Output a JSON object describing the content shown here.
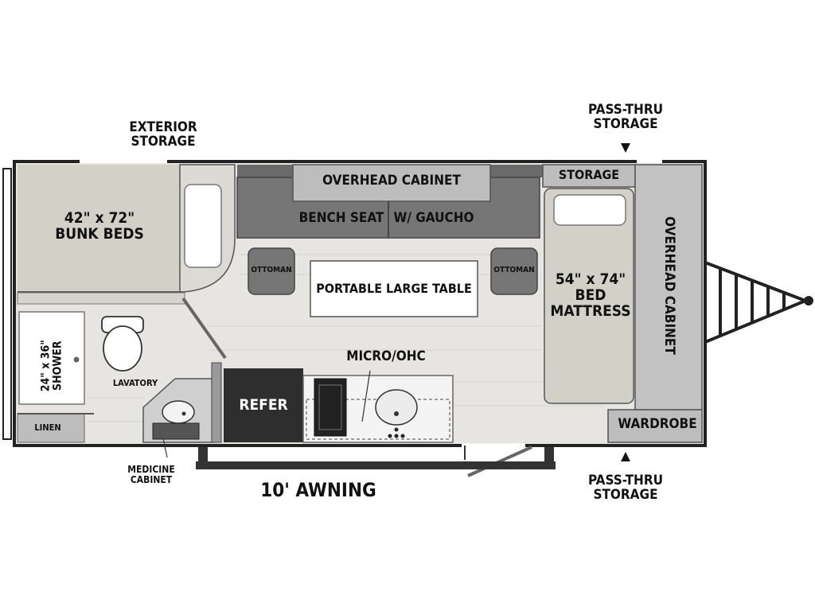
{
  "labels": {
    "exterior_storage": "EXTERIOR\nSTORAGE",
    "pass_thru_top": "PASS-THRU\nSTORAGE",
    "pass_thru_bottom": "PASS-THRU\nSTORAGE",
    "overhead_cabinet_top": "OVERHEAD CABINET",
    "bench_seat": "BENCH SEAT",
    "w_gaucho": "W/ GAUCHO",
    "storage": "STORAGE",
    "bunk_beds": "42\" x 72\"\nBUNK BEDS",
    "ottoman_left": "OTTOMAN",
    "ottoman_right": "OTTOMAN",
    "portable_table": "PORTABLE LARGE TABLE",
    "bed_mattress": "54\" x 74\"\nBED\nMATTRESS",
    "overhead_cabinet_right": "OVERHEAD CABINET",
    "shower": "24\" x 36\"\nSHOWER",
    "lavatory": "LAVATORY",
    "micro_ohc": "MICRO/OHC",
    "refer": "REFER",
    "linen": "LINEN",
    "wardrobe": "WARDROBE",
    "medicine_cabinet": "MEDICINE\nCABINET",
    "awning": "10' AWNING"
  },
  "colors": {
    "floor": "#e4e3df",
    "cabinet": "#bdbdbd",
    "bench": "#767676",
    "bunk": "#d3d0c8",
    "refer": "#2e2e2e",
    "outline": "#222222"
  }
}
